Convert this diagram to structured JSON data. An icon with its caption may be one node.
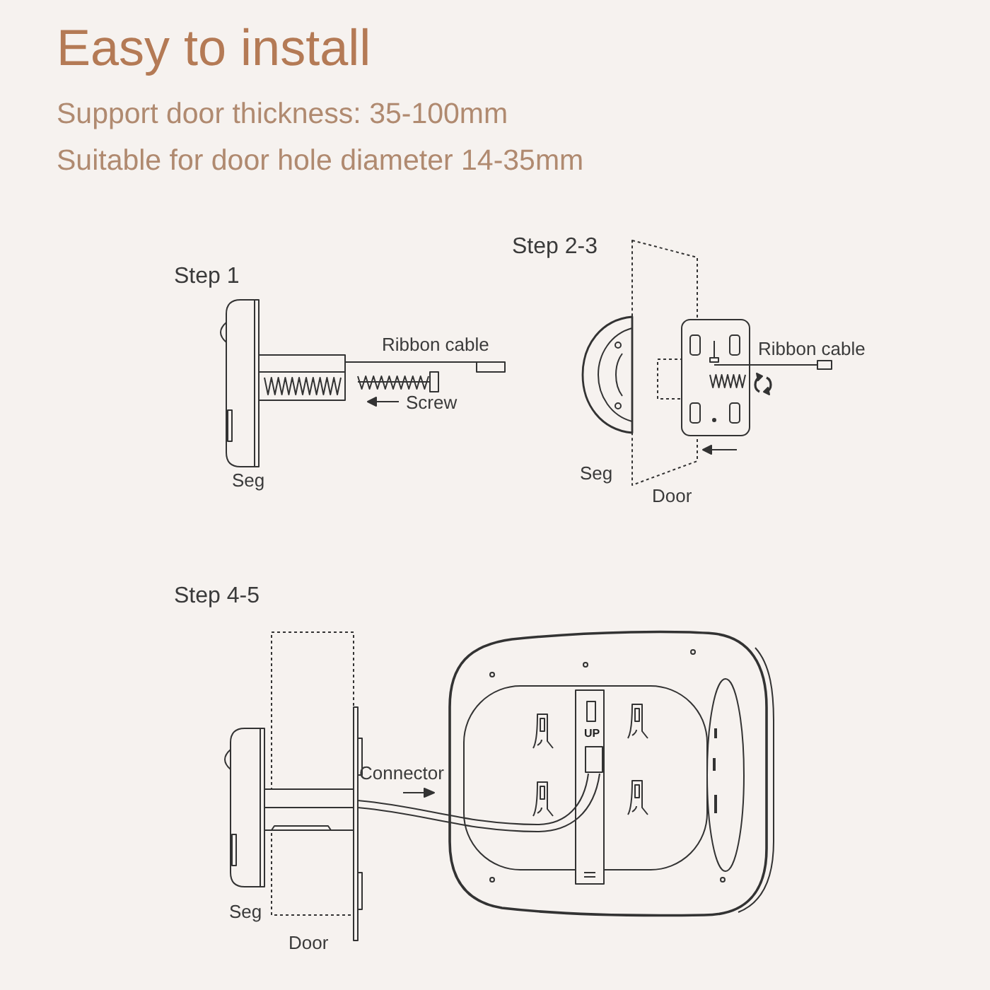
{
  "diagram": {
    "title": "Easy to install",
    "labels": [
      "Support door thickness: 35-100mm",
      "Suitable for door hole diameter 14-35mm",
      "Step 1",
      "Step 2-3",
      "Ribbon cable",
      "Ribbon cable",
      "Screw",
      "Seg",
      "Seg",
      "Door",
      "Step 4-5",
      "UP",
      "Connector",
      "Seg",
      "Door"
    ]
  }
}
